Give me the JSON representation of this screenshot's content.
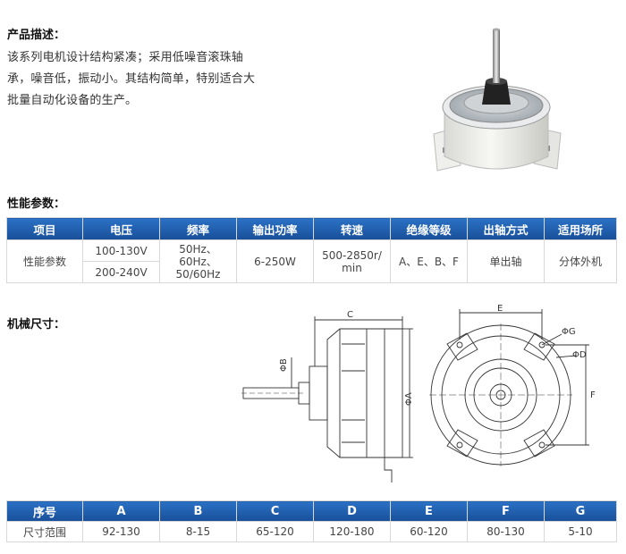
{
  "product": {
    "title": "产品描述：",
    "description": "该系列电机设计结构紧凑；采用低噪音滚珠轴承，噪音低，振动小。其结构简单，特别适合大批量自动化设备的生产。"
  },
  "performance": {
    "title": "性能参数：",
    "headers": [
      "项目",
      "电压",
      "频率",
      "输出功率",
      "转速",
      "绝缘等级",
      "出轴方式",
      "适用场所"
    ],
    "row_label": "性能参数",
    "voltage_1": "100-130V",
    "voltage_2": "200-240V",
    "frequency": "50Hz、60Hz、50/60Hz",
    "power": "6-250W",
    "speed": "500-2850r/min",
    "insulation": "A、E、B、F",
    "shaft": "单出轴",
    "usage": "分体外机"
  },
  "mechanical": {
    "title": "机械尺寸：",
    "drawing_labels": {
      "C": "C",
      "B": "ΦB",
      "A": "ΦA",
      "E": "E",
      "G": "ΦG",
      "D": "ΦD",
      "F": "F"
    }
  },
  "dimensions": {
    "headers": [
      "序号",
      "A",
      "B",
      "C",
      "D",
      "E",
      "F",
      "G"
    ],
    "row_label": "尺寸范围",
    "values": [
      "92-130",
      "8-15",
      "65-120",
      "120-180",
      "60-120",
      "80-130",
      "5-10"
    ]
  }
}
